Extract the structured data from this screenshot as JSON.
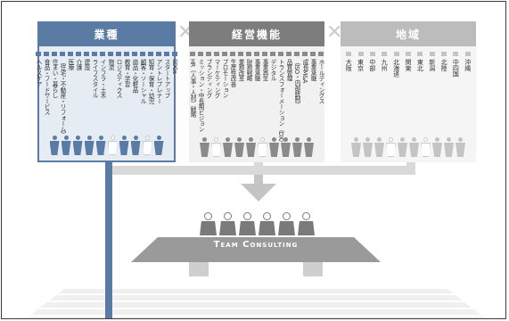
{
  "industry": {
    "title": "業種",
    "color": "#5a7ca4",
    "items": [
      "ヘルスケア",
      "食品・フードサービス",
      "住まい・暮らし",
      "（住宅・不動産・リフォーム）",
      "医療",
      "介護",
      "建設",
      "ライフスタイル",
      "インフラ・土木",
      "物流",
      "ロジスティクス",
      "教育・学習",
      "商品・化粧品",
      "顧客・ソーシャル",
      "知育・保育・幼児",
      "アントレプレナー",
      "スタートアップ",
      "SDGs"
    ]
  },
  "business": {
    "title": "経営機能",
    "color": "#7d7d7d",
    "items": [
      "HR（人事・人材）戦略",
      "ミッション・中長期ビジョン",
      "ブランディング",
      "マーケティング",
      "プロモーション",
      "生産性改善",
      "業務改革",
      "財務戦略",
      "事業承継",
      "事業再生",
      "デジタル",
      "トランスフォーメーション（DX）",
      "品質管理",
      "（ISO・内部統制）",
      "成長M&A",
      "事業承継",
      "ホールディングス"
    ]
  },
  "region": {
    "title": "地域",
    "color": "#bcbcbc",
    "items": [
      "大阪",
      "東京",
      "中部",
      "九州",
      "北海道",
      "関東",
      "東北",
      "新潟",
      "北陸",
      "中四国",
      "沖縄"
    ]
  },
  "team": {
    "label": "Team Consulting"
  }
}
